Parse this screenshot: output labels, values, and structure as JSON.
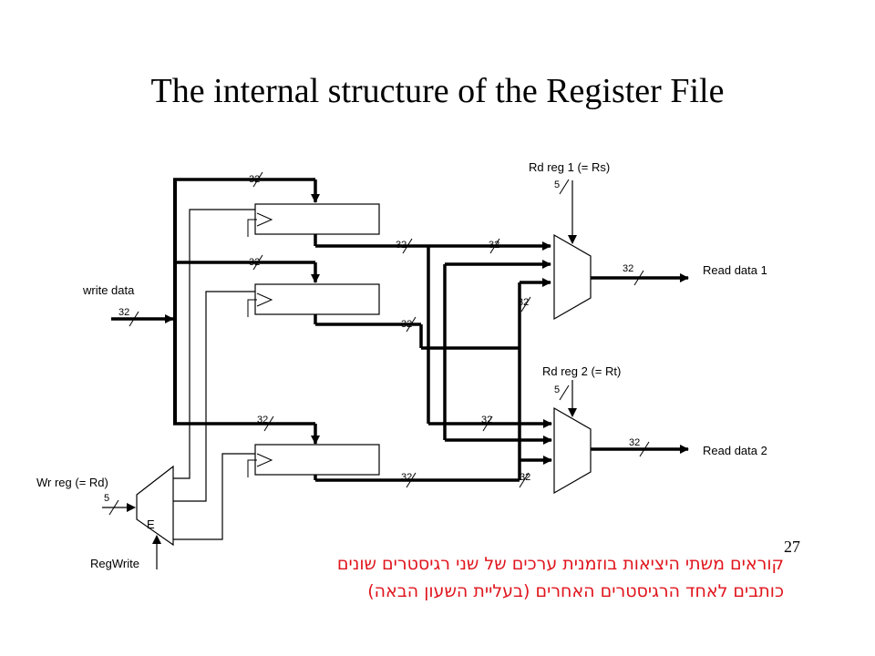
{
  "slide": {
    "title": "The internal structure of the Register File",
    "page_number": "27",
    "note_line1": "קוראים משתי היציאות בוזמנית ערכים של שני רגיסטרים שונים",
    "note_line2": "כותבים לאחד הרגיסטרים האחרים (בעליית השעון הבאה)"
  },
  "labels": {
    "rd_reg1": "Rd reg 1  (= Rs)",
    "rd_reg2": "Rd reg 2  (= Rt)",
    "read_data1": "Read data 1",
    "read_data2": "Read data 2",
    "write_data": "write data",
    "wr_reg": "Wr reg  (= Rd)",
    "reg_write": "RegWrite",
    "decoder": "E"
  },
  "widths": {
    "w32": "32",
    "w5": "5"
  }
}
